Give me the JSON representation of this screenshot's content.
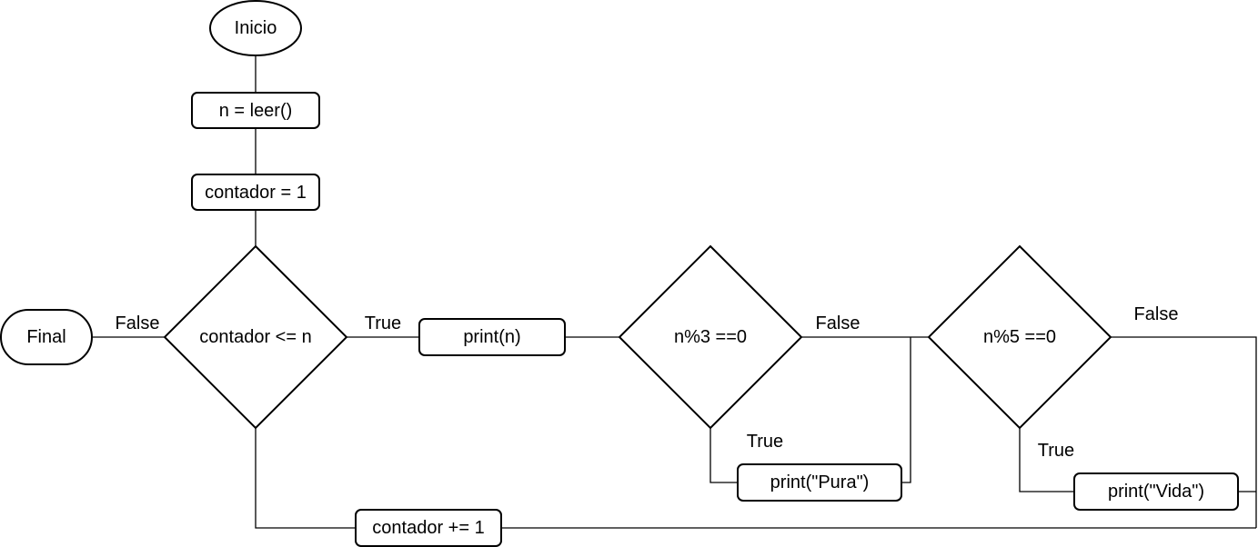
{
  "nodes": {
    "start": "Inicio",
    "read_n": "n = leer()",
    "init_counter": "contador = 1",
    "loop_condition": "contador <= n",
    "print_n": "print(n)",
    "mod3_condition": "n%3 ==0",
    "print_pura": "print(\"Pura\")",
    "mod5_condition": "n%5 ==0",
    "print_vida": "print(\"Vida\")",
    "increment": "contador += 1",
    "end": "Final"
  },
  "edge_labels": {
    "loop_false": "False",
    "loop_true": "True",
    "mod3_false": "False",
    "mod3_true": "True",
    "mod5_false": "False",
    "mod5_true": "True"
  }
}
